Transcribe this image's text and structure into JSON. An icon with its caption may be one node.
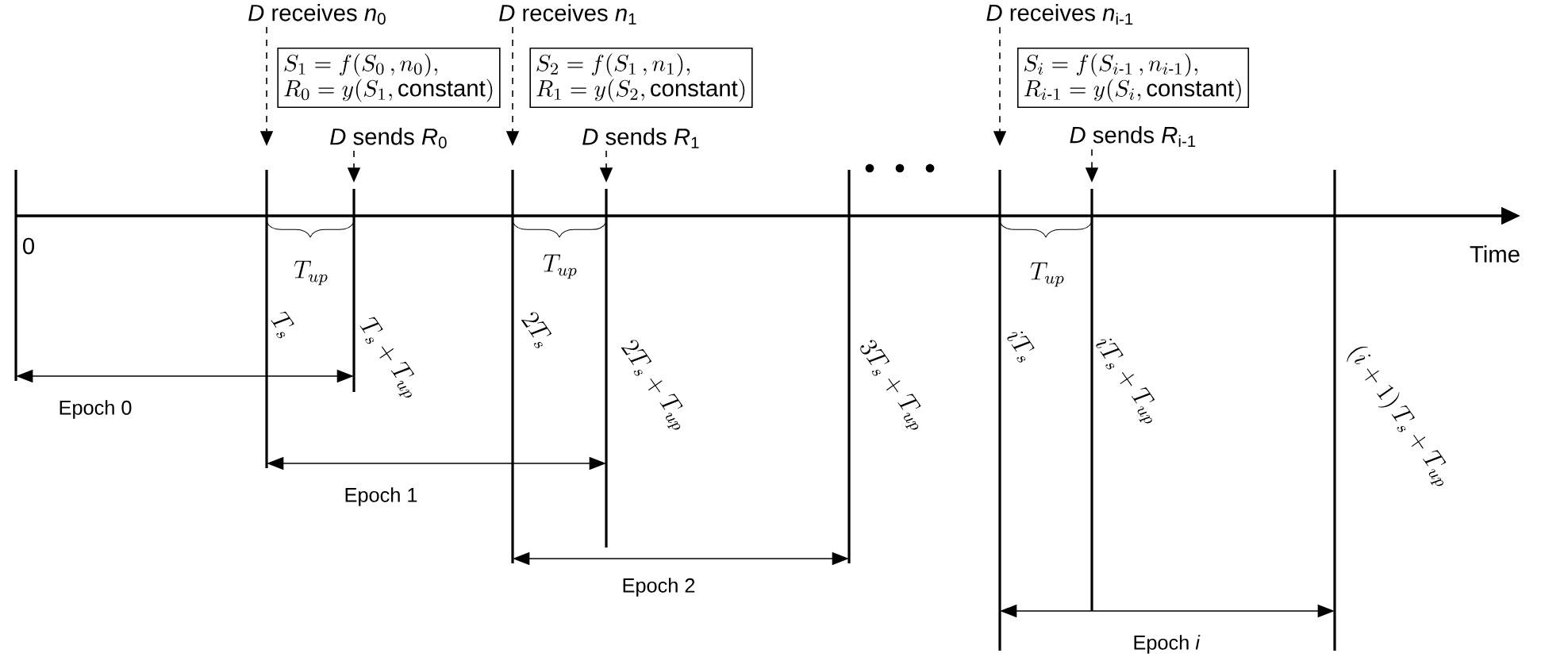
{
  "diagram": {
    "nodes": [
      {
        "text": [
          "*D* receives *n*$_{0}$"
        ]
      },
      {
        "text": [
          "S_1 = f(S_0\\,, n_0),",
          "R_0 = y(S_1, \\mathrm{constant})"
        ]
      },
      {
        "text": [
          "*D* sends *R*$_{0}$"
        ]
      },
      {
        "text": [
          "*D* receives *n*$_{1}$"
        ]
      },
      {
        "text": [
          "S_2 = f(S_1\\,, n_1),",
          "R_1 = y(S_2, \\mathrm{constant})"
        ]
      },
      {
        "text": [
          "*D* sends *R*$_{1}$"
        ]
      },
      {
        "text": [
          "*D* receives *n*$_{i-1}$"
        ]
      },
      {
        "text": [
          "S_i = f(S_{i\\text{-}1}\\,, n_{i\\text{-}1}),",
          "R_{i\\text{-}1} = y(S_i, \\mathrm{constant})"
        ]
      },
      {
        "text": [
          "*D* sends *R*$_{i-1}$"
        ]
      }
    ],
    "edges": [
      {
        "from": 0,
        "to": null,
        "arrow": "to",
        "style": "dashed"
      },
      {
        "from": 2,
        "to": null,
        "arrow": "to",
        "style": "dashed"
      },
      {
        "from": 3,
        "to": null,
        "arrow": "to",
        "style": "dashed"
      },
      {
        "from": 5,
        "to": null,
        "arrow": "to",
        "style": "dashed"
      },
      {
        "from": 6,
        "to": null,
        "arrow": "to",
        "style": "dashed"
      },
      {
        "from": 8,
        "to": null,
        "arrow": "to",
        "style": "dashed"
      }
    ],
    "labels": [
      "0",
      "Time",
      "T_{up}",
      "T_{up}",
      "T_{up}",
      "T_s",
      "T_s + T_{up}",
      "2T_s",
      "2T_s + T_{up}",
      "3T_s + T_{up}",
      "iT_s",
      "iT_s + T_{up}",
      "(i+1)\\,T_s + T_{up}",
      "Epoch 0",
      "Epoch 1",
      "Epoch 2",
      "Epoch *i*"
    ]
  }
}
